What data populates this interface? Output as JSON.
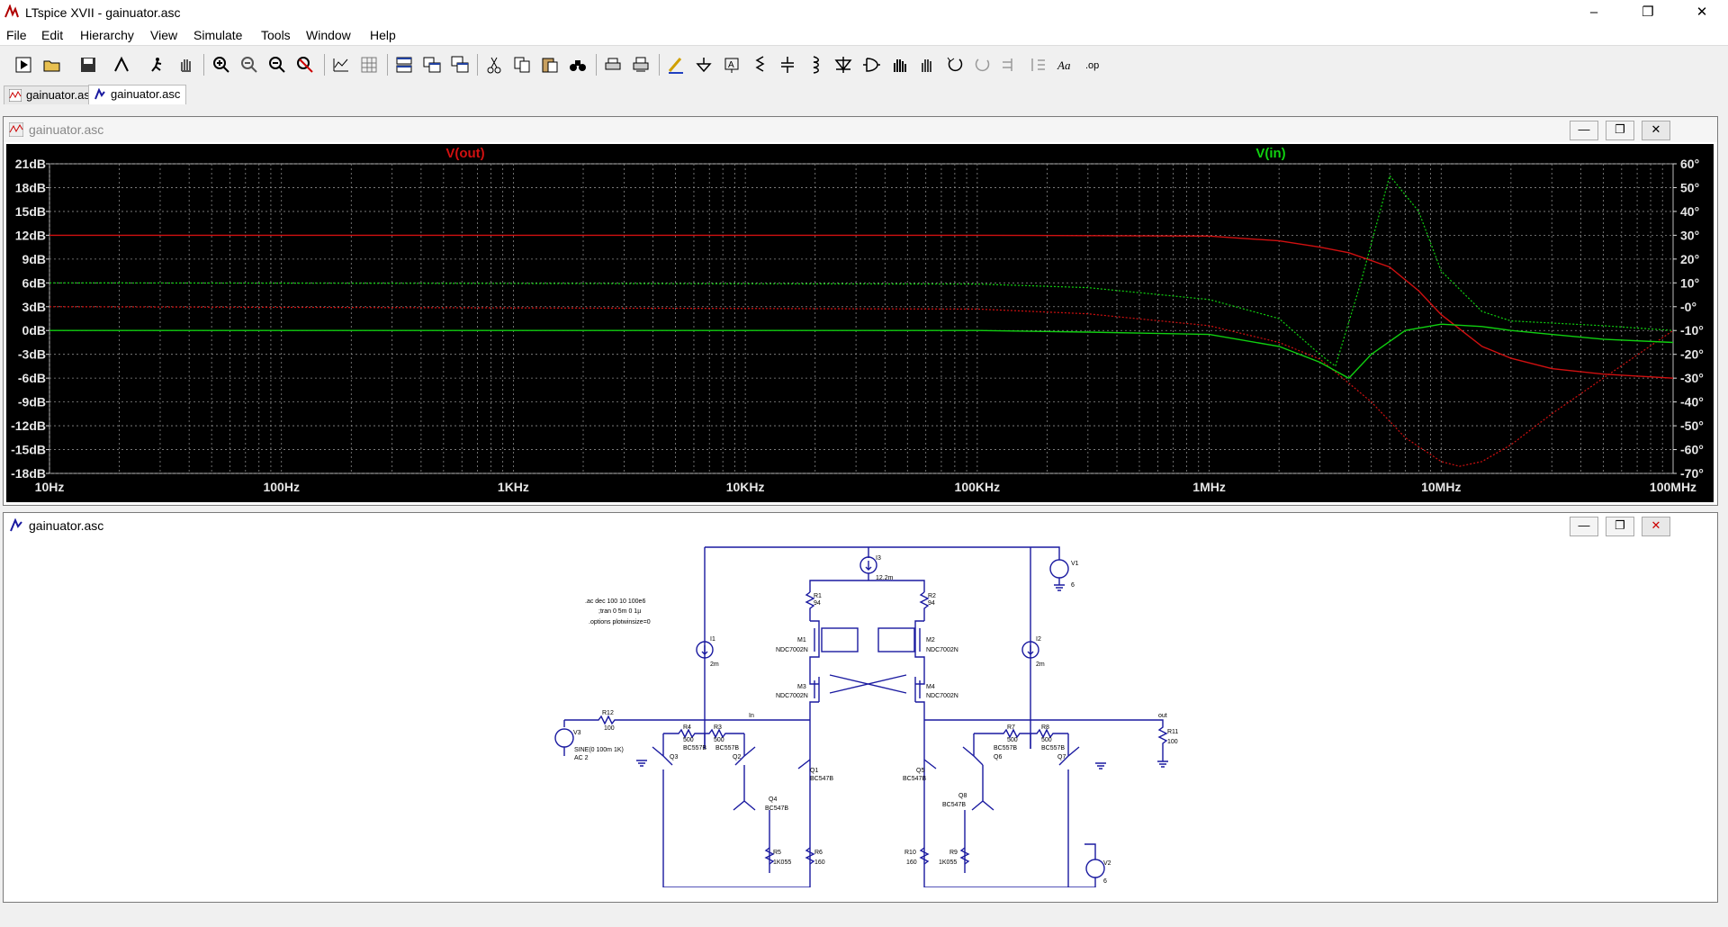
{
  "app": {
    "title": "LTspice XVII - gainuator.asc"
  },
  "window_controls": {
    "minimize": "–",
    "restore": "❐",
    "close": "✕"
  },
  "menu": [
    "File",
    "Edit",
    "Hierarchy",
    "View",
    "Simulate",
    "Tools",
    "Window",
    "Help"
  ],
  "toolbar": {
    "icons": [
      "run-icon",
      "open-icon",
      "save-icon",
      "control-panel-icon",
      "halt-icon",
      "pan-icon",
      "zoom-in-icon",
      "zoom-out-icon",
      "zoom-back-icon",
      "zoom-fit-icon",
      "autorange-icon",
      "grid-icon",
      "tile-horizontal-icon",
      "tile-vertical-icon",
      "cascade-icon",
      "cut-icon",
      "copy-icon",
      "paste-icon",
      "find-icon",
      "print-icon",
      "print-preview-icon",
      "wire-icon",
      "ground-icon",
      "label-icon",
      "resistor-icon",
      "capacitor-icon",
      "inductor-icon",
      "diode-icon",
      "component-icon",
      "move-icon",
      "drag-icon",
      "undo-icon",
      "redo-icon",
      "rotate-icon",
      "mirror-icon",
      "text-icon",
      "spice-directive-icon"
    ]
  },
  "tabs": [
    {
      "label": "gainuator.asc",
      "kind": "plot"
    },
    {
      "label": "gainuator.asc",
      "kind": "schematic"
    }
  ],
  "plot_window": {
    "title": "gainuator.asc"
  },
  "schematic_window": {
    "title": "gainuator.asc"
  },
  "colors": {
    "vout": "#d01010",
    "vin": "#10d010",
    "grid": "#8a8a8a",
    "wire": "#1a1aa0",
    "plot_bg": "#000000"
  },
  "chart_data": {
    "type": "line",
    "xscale": "log",
    "xlim": [
      10,
      100000000
    ],
    "x_tick_labels": [
      "10Hz",
      "100Hz",
      "1KHz",
      "10KHz",
      "100KHz",
      "1MHz",
      "10MHz",
      "100MHz"
    ],
    "left_axis": {
      "unit": "dB",
      "ylim": [
        -18,
        21
      ],
      "tick_labels": [
        "21dB",
        "18dB",
        "15dB",
        "12dB",
        "9dB",
        "6dB",
        "3dB",
        "0dB",
        "-3dB",
        "-6dB",
        "-9dB",
        "-12dB",
        "-15dB",
        "-18dB"
      ]
    },
    "right_axis": {
      "unit": "°",
      "ylim": [
        -70,
        60
      ],
      "tick_labels": [
        "60°",
        "50°",
        "40°",
        "30°",
        "20°",
        "10°",
        "-0°",
        "-10°",
        "-20°",
        "-30°",
        "-40°",
        "-50°",
        "-60°",
        "-70°"
      ]
    },
    "grid": true,
    "series": [
      {
        "name": "V(out)",
        "color": "#d01010",
        "magnitude_db": [
          [
            10,
            12
          ],
          [
            100000,
            12
          ],
          [
            1000000,
            11.9
          ],
          [
            2000000,
            11.3
          ],
          [
            3000000,
            10.5
          ],
          [
            4000000,
            9.8
          ],
          [
            6000000,
            8
          ],
          [
            8000000,
            5
          ],
          [
            10000000,
            2
          ],
          [
            15000000,
            -2
          ],
          [
            20000000,
            -3.5
          ],
          [
            30000000,
            -4.8
          ],
          [
            50000000,
            -5.5
          ],
          [
            100000000,
            -6
          ]
        ],
        "phase_deg": [
          [
            10,
            0
          ],
          [
            100000,
            -1
          ],
          [
            300000,
            -3
          ],
          [
            1000000,
            -8
          ],
          [
            2000000,
            -15
          ],
          [
            3000000,
            -22
          ],
          [
            5000000,
            -40
          ],
          [
            7000000,
            -55
          ],
          [
            10000000,
            -65
          ],
          [
            12000000,
            -67
          ],
          [
            15000000,
            -65
          ],
          [
            20000000,
            -58
          ],
          [
            30000000,
            -45
          ],
          [
            50000000,
            -30
          ],
          [
            100000000,
            -10
          ]
        ]
      },
      {
        "name": "V(in)",
        "color": "#10d010",
        "magnitude_db": [
          [
            10,
            0
          ],
          [
            100000,
            0
          ],
          [
            300000,
            -0.2
          ],
          [
            1000000,
            -0.5
          ],
          [
            2000000,
            -2
          ],
          [
            3000000,
            -4
          ],
          [
            4000000,
            -6
          ],
          [
            5000000,
            -3
          ],
          [
            7000000,
            0
          ],
          [
            10000000,
            0.8
          ],
          [
            15000000,
            0.5
          ],
          [
            20000000,
            0
          ],
          [
            30000000,
            -0.5
          ],
          [
            50000000,
            -1.1
          ],
          [
            100000000,
            -1.5
          ]
        ],
        "phase_deg": [
          [
            10,
            10
          ],
          [
            100000,
            9.5
          ],
          [
            300000,
            8
          ],
          [
            1000000,
            3
          ],
          [
            2000000,
            -5
          ],
          [
            3000000,
            -20
          ],
          [
            3500000,
            -25
          ],
          [
            4500000,
            10
          ],
          [
            6000000,
            55
          ],
          [
            8000000,
            40
          ],
          [
            10000000,
            15
          ],
          [
            15000000,
            -2
          ],
          [
            20000000,
            -6
          ],
          [
            50000000,
            -8
          ],
          [
            100000000,
            -10
          ]
        ]
      }
    ]
  },
  "schematic": {
    "directives": [
      ".ac dec 100 10 100e6",
      ";tran 0 5m 0 1µ",
      ".options plotwinsize=0"
    ],
    "net_labels": [
      "In",
      "out"
    ],
    "components": [
      {
        "ref": "I3",
        "value": "12.2m"
      },
      {
        "ref": "V1",
        "value": "6"
      },
      {
        "ref": "R1",
        "value": "94"
      },
      {
        "ref": "R2",
        "value": "94"
      },
      {
        "ref": "M1",
        "value": "NDC7002N"
      },
      {
        "ref": "M2",
        "value": "NDC7002N"
      },
      {
        "ref": "M3",
        "value": "NDC7002N"
      },
      {
        "ref": "M4",
        "value": "NDC7002N"
      },
      {
        "ref": "I1",
        "value": "2m"
      },
      {
        "ref": "I2",
        "value": "2m"
      },
      {
        "ref": "R12",
        "value": "100"
      },
      {
        "ref": "V3",
        "value": "SINE(0 100m 1K)"
      },
      {
        "ref": "R4",
        "value": "500"
      },
      {
        "ref": "R3",
        "value": "500"
      },
      {
        "ref": "R7",
        "value": "500"
      },
      {
        "ref": "R8",
        "value": "500"
      },
      {
        "ref": "Q3",
        "value": "BC557B"
      },
      {
        "ref": "Q2",
        "value": "BC557B"
      },
      {
        "ref": "Q6",
        "value": "BC557B"
      },
      {
        "ref": "Q7",
        "value": "BC557B"
      },
      {
        "ref": "Q1",
        "value": "BC547B"
      },
      {
        "ref": "Q4",
        "value": "BC547B"
      },
      {
        "ref": "Q5",
        "value": "BC547B"
      },
      {
        "ref": "Q8",
        "value": "BC547B"
      },
      {
        "ref": "R5",
        "value": "1K055"
      },
      {
        "ref": "R6",
        "value": "160"
      },
      {
        "ref": "R10",
        "value": "160"
      },
      {
        "ref": "R9",
        "value": "1K055"
      },
      {
        "ref": "R11",
        "value": "100"
      },
      {
        "ref": "V2",
        "value": "6"
      }
    ],
    "v3_ac": "AC 2"
  }
}
